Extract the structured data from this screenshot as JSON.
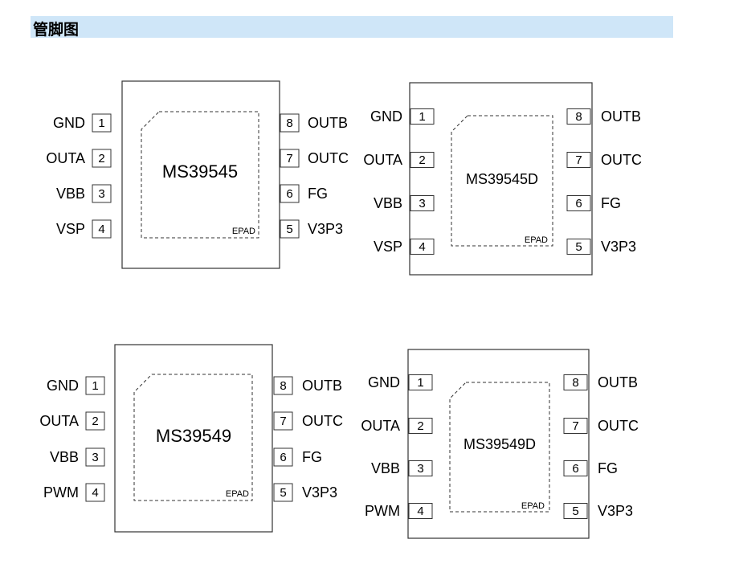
{
  "title": "管脚图",
  "epad_label": "EPAD",
  "packages": [
    {
      "name": "MS39545",
      "pins": [
        {
          "num": "1",
          "label": "GND"
        },
        {
          "num": "2",
          "label": "OUTA"
        },
        {
          "num": "3",
          "label": "VBB"
        },
        {
          "num": "4",
          "label": "VSP"
        },
        {
          "num": "5",
          "label": "V3P3"
        },
        {
          "num": "6",
          "label": "FG"
        },
        {
          "num": "7",
          "label": "OUTC"
        },
        {
          "num": "8",
          "label": "OUTB"
        }
      ]
    },
    {
      "name": "MS39545D",
      "pins": [
        {
          "num": "1",
          "label": "GND"
        },
        {
          "num": "2",
          "label": "OUTA"
        },
        {
          "num": "3",
          "label": "VBB"
        },
        {
          "num": "4",
          "label": "VSP"
        },
        {
          "num": "5",
          "label": "V3P3"
        },
        {
          "num": "6",
          "label": "FG"
        },
        {
          "num": "7",
          "label": "OUTC"
        },
        {
          "num": "8",
          "label": "OUTB"
        }
      ]
    },
    {
      "name": "MS39549",
      "pins": [
        {
          "num": "1",
          "label": "GND"
        },
        {
          "num": "2",
          "label": "OUTA"
        },
        {
          "num": "3",
          "label": "VBB"
        },
        {
          "num": "4",
          "label": "PWM"
        },
        {
          "num": "5",
          "label": "V3P3"
        },
        {
          "num": "6",
          "label": "FG"
        },
        {
          "num": "7",
          "label": "OUTC"
        },
        {
          "num": "8",
          "label": "OUTB"
        }
      ]
    },
    {
      "name": "MS39549D",
      "pins": [
        {
          "num": "1",
          "label": "GND"
        },
        {
          "num": "2",
          "label": "OUTA"
        },
        {
          "num": "3",
          "label": "VBB"
        },
        {
          "num": "4",
          "label": "PWM"
        },
        {
          "num": "5",
          "label": "V3P3"
        },
        {
          "num": "6",
          "label": "FG"
        },
        {
          "num": "7",
          "label": "OUTC"
        },
        {
          "num": "8",
          "label": "OUTB"
        }
      ]
    }
  ]
}
